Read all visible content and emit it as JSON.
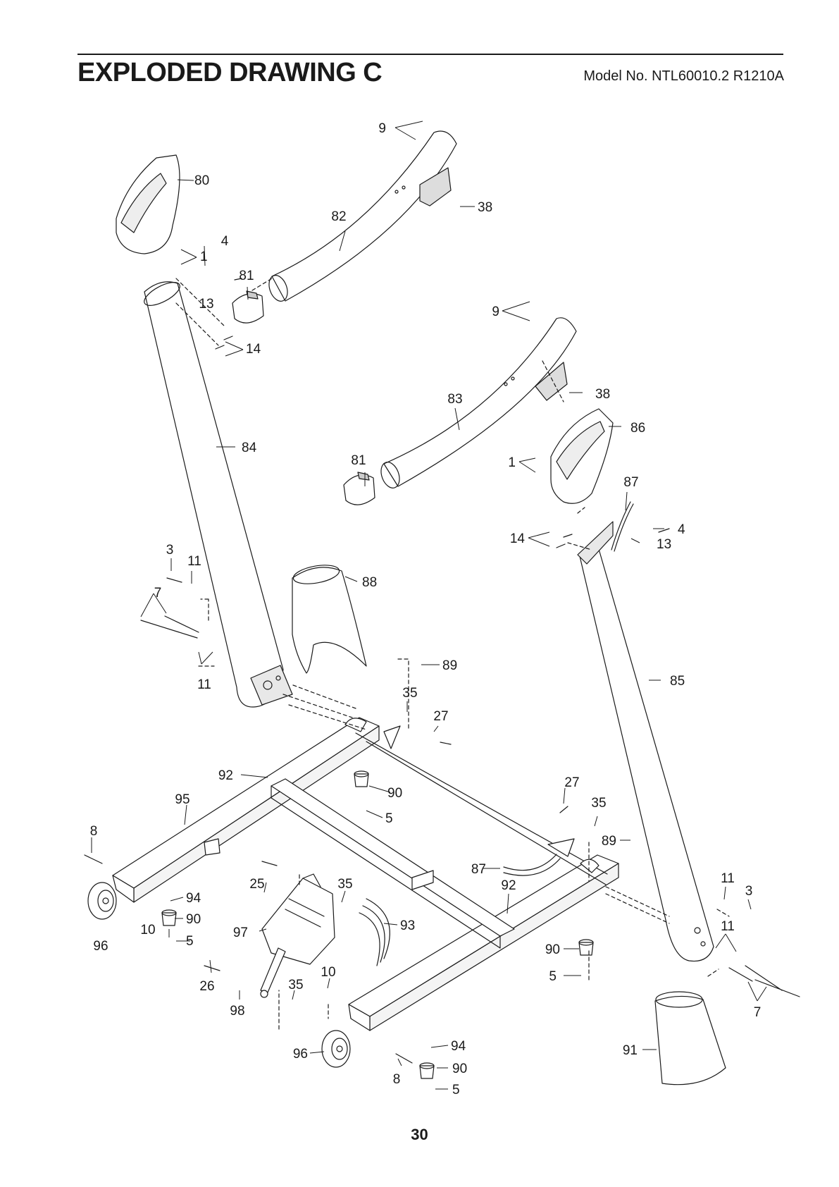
{
  "header": {
    "title": "EXPLODED DRAWING C",
    "model": "Model No. NTL60010.2 R1210A"
  },
  "footer": {
    "page_number": "30"
  },
  "callouts": [
    {
      "id": "c9a",
      "label": "9"
    },
    {
      "id": "c80",
      "label": "80"
    },
    {
      "id": "c38a",
      "label": "38"
    },
    {
      "id": "c82",
      "label": "82"
    },
    {
      "id": "c4a",
      "label": "4"
    },
    {
      "id": "c1a",
      "label": "1"
    },
    {
      "id": "c81a",
      "label": "81"
    },
    {
      "id": "c13a",
      "label": "13"
    },
    {
      "id": "c9b",
      "label": "9"
    },
    {
      "id": "c14a",
      "label": "14"
    },
    {
      "id": "c38b",
      "label": "38"
    },
    {
      "id": "c83",
      "label": "83"
    },
    {
      "id": "c86",
      "label": "86"
    },
    {
      "id": "c84",
      "label": "84"
    },
    {
      "id": "c81b",
      "label": "81"
    },
    {
      "id": "c1b",
      "label": "1"
    },
    {
      "id": "c87a",
      "label": "87"
    },
    {
      "id": "c4b",
      "label": "4"
    },
    {
      "id": "c14b",
      "label": "14"
    },
    {
      "id": "c13b",
      "label": "13"
    },
    {
      "id": "c3a",
      "label": "3"
    },
    {
      "id": "c11a",
      "label": "11"
    },
    {
      "id": "c88",
      "label": "88"
    },
    {
      "id": "c7a",
      "label": "7"
    },
    {
      "id": "c11b",
      "label": "11"
    },
    {
      "id": "c89a",
      "label": "89"
    },
    {
      "id": "c85",
      "label": "85"
    },
    {
      "id": "c35a",
      "label": "35"
    },
    {
      "id": "c27a",
      "label": "27"
    },
    {
      "id": "c92a",
      "label": "92"
    },
    {
      "id": "c27b",
      "label": "27"
    },
    {
      "id": "c95",
      "label": "95"
    },
    {
      "id": "c90a",
      "label": "90"
    },
    {
      "id": "c35b",
      "label": "35"
    },
    {
      "id": "c5a",
      "label": "5"
    },
    {
      "id": "c8a",
      "label": "8"
    },
    {
      "id": "c89b",
      "label": "89"
    },
    {
      "id": "c87b",
      "label": "87"
    },
    {
      "id": "c11c",
      "label": "11"
    },
    {
      "id": "c25",
      "label": "25"
    },
    {
      "id": "c35c",
      "label": "35"
    },
    {
      "id": "c92b",
      "label": "92"
    },
    {
      "id": "c3b",
      "label": "3"
    },
    {
      "id": "c94a",
      "label": "94"
    },
    {
      "id": "c90b",
      "label": "90"
    },
    {
      "id": "c10a",
      "label": "10"
    },
    {
      "id": "c93",
      "label": "93"
    },
    {
      "id": "c11d",
      "label": "11"
    },
    {
      "id": "c96a",
      "label": "96"
    },
    {
      "id": "c5b",
      "label": "5"
    },
    {
      "id": "c97",
      "label": "97"
    },
    {
      "id": "c90c",
      "label": "90"
    },
    {
      "id": "c10b",
      "label": "10"
    },
    {
      "id": "c26",
      "label": "26"
    },
    {
      "id": "c35d",
      "label": "35"
    },
    {
      "id": "c5c",
      "label": "5"
    },
    {
      "id": "c7b",
      "label": "7"
    },
    {
      "id": "c98",
      "label": "98"
    },
    {
      "id": "c94b",
      "label": "94"
    },
    {
      "id": "c96b",
      "label": "96"
    },
    {
      "id": "c91",
      "label": "91"
    },
    {
      "id": "c90d",
      "label": "90"
    },
    {
      "id": "c8b",
      "label": "8"
    },
    {
      "id": "c5d",
      "label": "5"
    }
  ]
}
